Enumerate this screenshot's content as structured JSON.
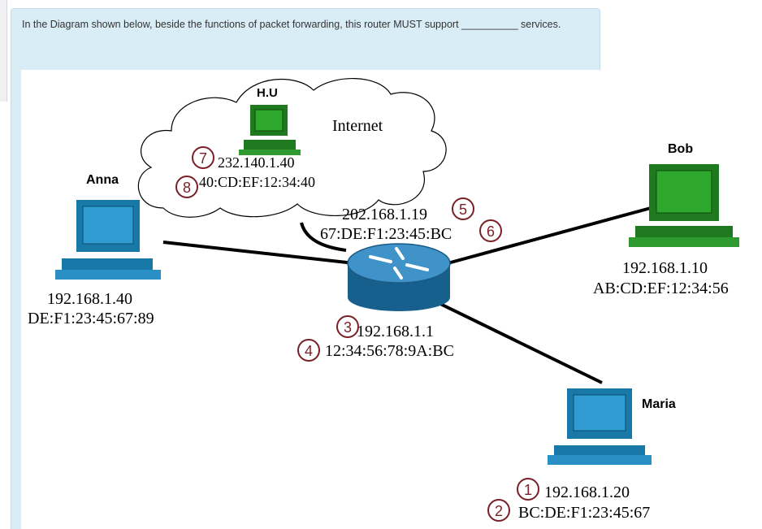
{
  "question": {
    "text": "In the Diagram shown below, beside the functions of packet forwarding, this router MUST support __________ services."
  },
  "diagram": {
    "cloud_label": "Internet",
    "hosts": {
      "hu": {
        "name": "H.U",
        "ip": "232.140.1.40",
        "mac": "40:CD:EF:12:34:40"
      },
      "anna": {
        "name": "Anna",
        "ip": "192.168.1.40",
        "mac": "DE:F1:23:45:67:89"
      },
      "bob": {
        "name": "Bob",
        "ip": "192.168.1.10",
        "mac": "AB:CD:EF:12:34:56"
      },
      "maria": {
        "name": "Maria",
        "ip": "192.168.1.20",
        "mac": "BC:DE:F1:23:45:67"
      }
    },
    "router": {
      "wan_ip": "202.168.1.19",
      "wan_mac": "67:DE:F1:23:45:BC",
      "lan_ip": "192.168.1.1",
      "lan_mac": "12:34:56:78:9A:BC"
    },
    "badges": [
      "1",
      "2",
      "3",
      "4",
      "5",
      "6",
      "7",
      "8"
    ],
    "colors": {
      "host": "#1878a8",
      "hu_host": "#1f7a1f",
      "bob_host": "#1f7a1f",
      "router": "#1a6fa0",
      "badge": "#7a1f27",
      "panel": "#d9edf7"
    }
  }
}
